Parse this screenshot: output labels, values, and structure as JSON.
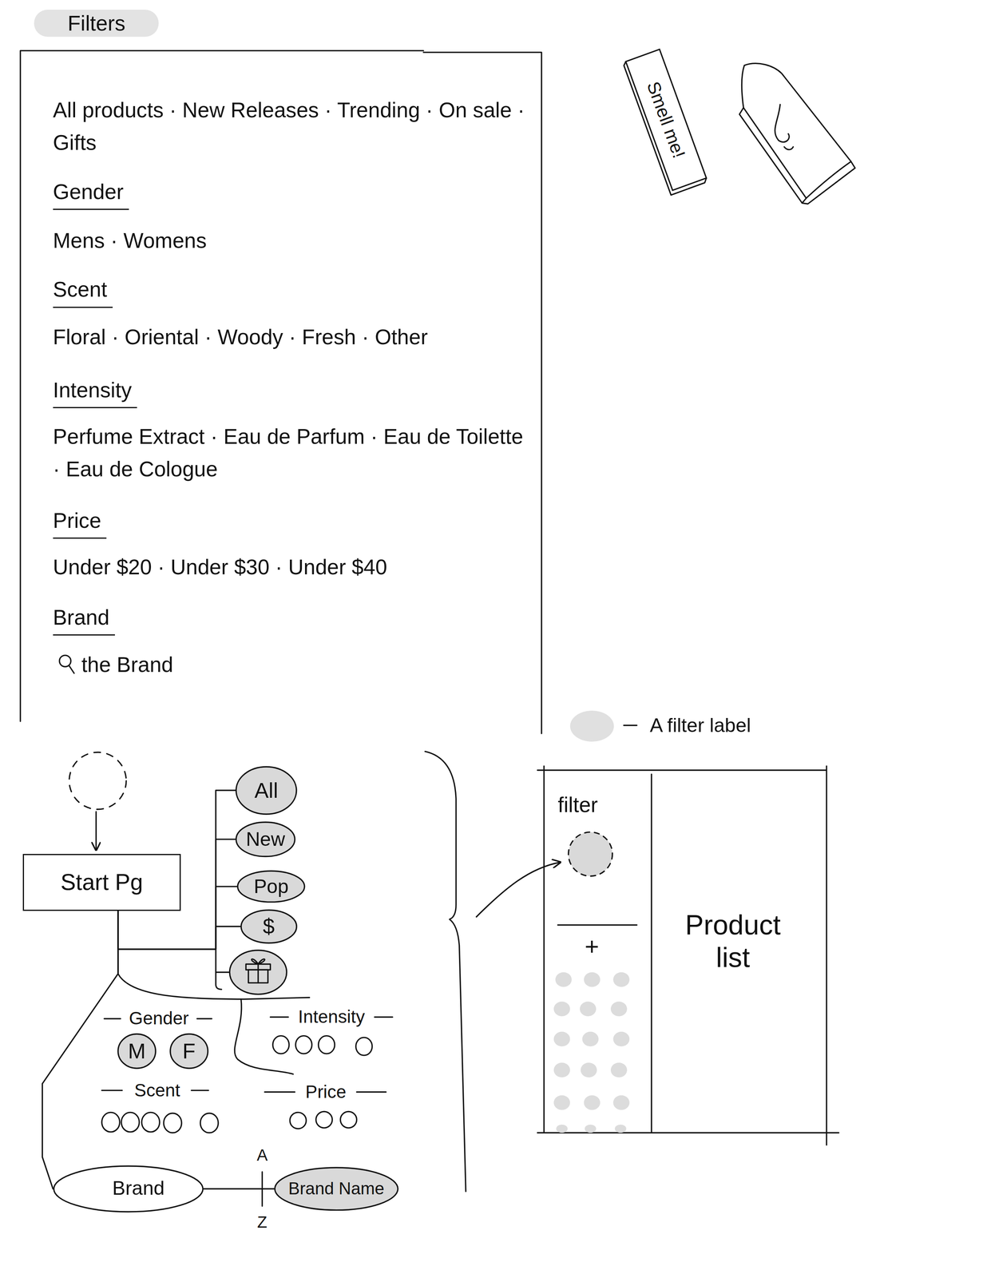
{
  "diagram": {
    "nodes": [
      {
        "text": [
          "Filters"
        ]
      },
      {
        "text": [
          "All products · New Releases · Trending · On sale · Gifts",
          "Gender",
          "Mens · Womens",
          "Scent",
          "Floral · Oriental · Woody · Fresh · Other",
          "Intensity",
          "Perfume Extract · Eau de Parfum · Eau de Toilette · Eau de Cologue",
          "Price",
          "Under $20 · Under $30 · Under $40",
          "Brand",
          "the Brand"
        ]
      },
      {
        "text": [
          "Smell me!"
        ]
      },
      {
        "text": [
          "Start Pg"
        ]
      },
      {
        "text": [
          "All"
        ]
      },
      {
        "text": [
          "New"
        ]
      },
      {
        "text": [
          "Pop"
        ]
      },
      {
        "text": [
          "$"
        ]
      },
      {
        "text": [
          "M"
        ]
      },
      {
        "text": [
          "F"
        ]
      },
      {
        "text": [
          "Brand"
        ]
      },
      {
        "text": [
          "Brand Name"
        ]
      },
      {
        "text": [
          "filter",
          "+"
        ]
      },
      {
        "text": [
          "Product list"
        ]
      }
    ],
    "edges": [
      {
        "from": 3,
        "to": 4,
        "arrow": "none"
      },
      {
        "from": 3,
        "to": 5,
        "arrow": "none"
      },
      {
        "from": 3,
        "to": 6,
        "arrow": "none"
      },
      {
        "from": 3,
        "to": 7,
        "arrow": "none"
      },
      {
        "from": 3,
        "to": 10,
        "arrow": "none"
      },
      {
        "from": 10,
        "to": 11,
        "arrow": "none"
      }
    ],
    "labels": [
      "Gender",
      "Intensity",
      "Scent",
      "Price",
      "A",
      "Z"
    ],
    "legend": [
      {
        "text": "A filter label",
        "color": "#e0e0e0"
      }
    ]
  }
}
